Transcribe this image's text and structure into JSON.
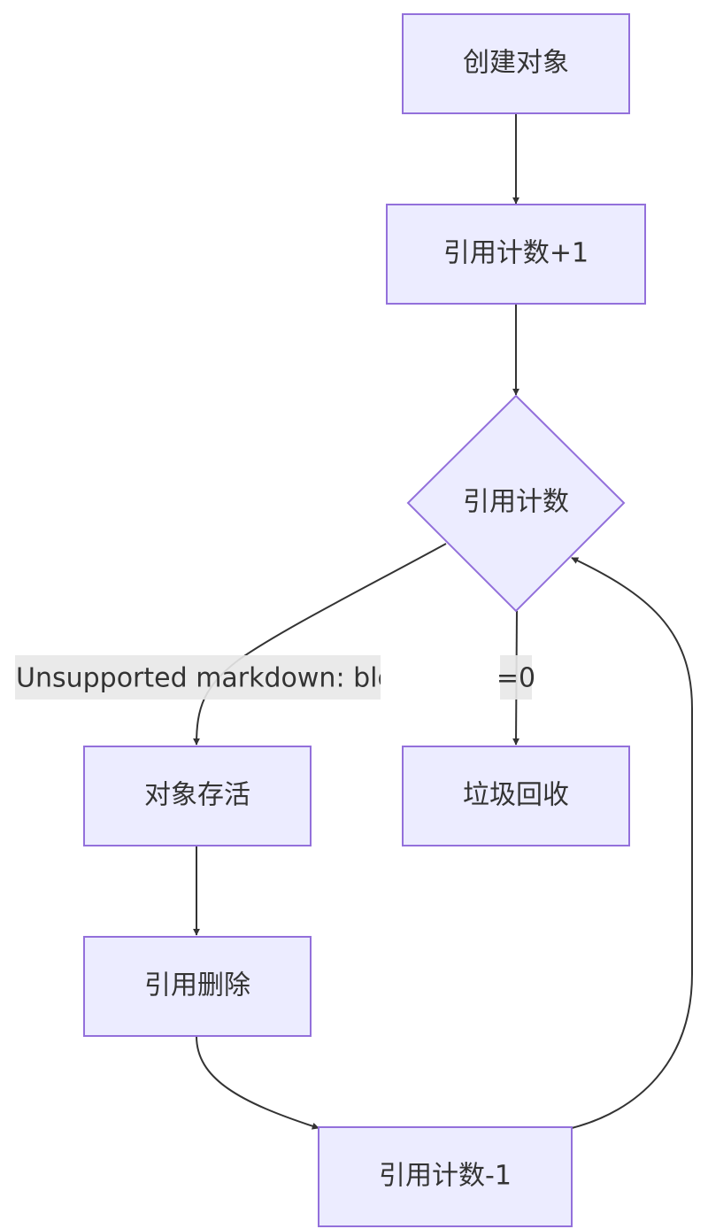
{
  "nodes": {
    "create": "创建对象",
    "ref_inc": "引用计数+1",
    "decision": "引用计数",
    "alive": "对象存活",
    "gc": "垃圾回收",
    "ref_delete": "引用删除",
    "ref_dec": "引用计数-1"
  },
  "edge_labels": {
    "to_alive": "Unsupported markdown: blo",
    "to_gc": "=0"
  },
  "colors": {
    "node_fill": "#ECECFF",
    "node_stroke": "#9370DB",
    "edge": "#333333",
    "label_bg": "#e8e8e8"
  }
}
